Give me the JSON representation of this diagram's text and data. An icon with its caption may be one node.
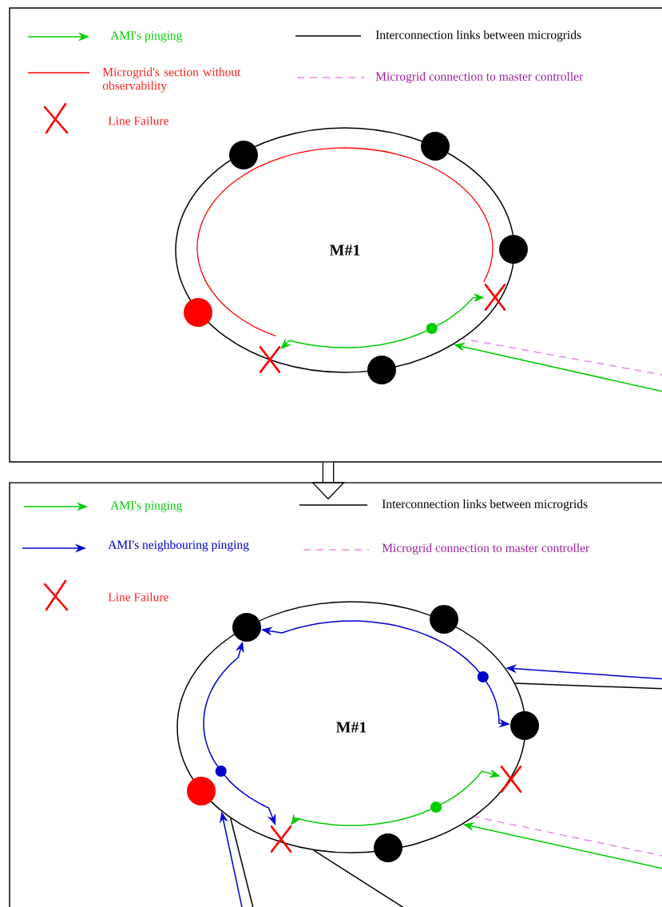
{
  "diagram": {
    "nodes": [
      {
        "text": [],
        "shape": "box"
      },
      {
        "text": [
          "M#1"
        ],
        "in": 0
      },
      {
        "text": [],
        "shape": "circle",
        "in": 1
      },
      {
        "text": [],
        "shape": "circle",
        "in": 0
      },
      {
        "text": [],
        "shape": "circle",
        "in": 0
      },
      {
        "text": [],
        "shape": "circle",
        "in": 0
      },
      {
        "text": [],
        "shape": "circle",
        "in": 0
      },
      {
        "text": [],
        "shape": "circle",
        "in": 1
      },
      {
        "text": [],
        "shape": "box"
      },
      {
        "text": [
          "M#1"
        ],
        "in": 8
      },
      {
        "text": [],
        "shape": "circle",
        "in": 9
      },
      {
        "text": [],
        "shape": "circle",
        "in": 8
      },
      {
        "text": [],
        "shape": "circle",
        "in": 8
      },
      {
        "text": [],
        "shape": "circle",
        "in": 8
      },
      {
        "text": [],
        "shape": "circle",
        "in": 8
      },
      {
        "text": [],
        "shape": "circle",
        "in": 9
      },
      {
        "text": [],
        "shape": "circle",
        "in": 9
      },
      {
        "text": [],
        "shape": "circle",
        "in": 9
      },
      {
        "text": [],
        "shape": "cross",
        "in": 0
      },
      {
        "text": [],
        "shape": "cross",
        "in": 1
      },
      {
        "text": [],
        "shape": "cross",
        "in": 9
      },
      {
        "text": [],
        "shape": "cross",
        "in": 8
      }
    ],
    "edges": [
      {
        "from": 0,
        "to": 8,
        "arrow": "to",
        "style": "thick",
        "color": "#000000"
      },
      {
        "from": 7,
        "to": 18,
        "arrow": "to",
        "color": "#00cc00"
      },
      {
        "from": 7,
        "to": 19,
        "arrow": "to",
        "color": "#00cc00"
      },
      {
        "from": null,
        "to": 1,
        "arrow": "to",
        "color": "#00cc00"
      },
      {
        "from": null,
        "to": 1,
        "arrow": "none",
        "style": "dashed",
        "color": "#e58ae5"
      },
      {
        "from": 17,
        "to": 20,
        "arrow": "to",
        "color": "#00cc00"
      },
      {
        "from": 17,
        "to": 21,
        "arrow": "to",
        "color": "#00cc00"
      },
      {
        "from": 16,
        "to": 10,
        "arrow": "to",
        "color": "#0000cc"
      },
      {
        "from": 16,
        "to": 13,
        "arrow": "to",
        "color": "#0000cc"
      },
      {
        "from": 15,
        "to": 10,
        "arrow": "to",
        "color": "#0000cc"
      },
      {
        "from": 15,
        "to": 20,
        "arrow": "to",
        "color": "#0000cc"
      },
      {
        "from": null,
        "to": 9,
        "arrow": "to",
        "color": "#0000cc"
      },
      {
        "from": 9,
        "to": null,
        "arrow": "none",
        "color": "#000000"
      },
      {
        "from": null,
        "to": 9,
        "arrow": "to",
        "color": "#00cc00"
      },
      {
        "from": null,
        "to": 9,
        "arrow": "none",
        "style": "dashed",
        "color": "#e58ae5"
      },
      {
        "from": null,
        "to": 9,
        "arrow": "to",
        "color": "#0000cc"
      },
      {
        "from": 9,
        "to": null,
        "arrow": "none",
        "color": "#000000"
      },
      {
        "from": 9,
        "to": null,
        "arrow": "none",
        "color": "#000000"
      }
    ],
    "legend": [
      {
        "text": "AMI's pinging"
      },
      {
        "text": "Interconnection links between microgrids"
      },
      {
        "text": "Microgrid's section without observability"
      },
      {
        "text": "Microgrid connection to master controller"
      },
      {
        "text": "Line Failure"
      },
      {
        "text": "AMI's pinging"
      },
      {
        "text": "Interconnection links between microgrids"
      },
      {
        "text": "AMI's neighbouring pinging"
      },
      {
        "text": "Microgrid connection to master controller"
      },
      {
        "text": "Line Failure"
      }
    ]
  }
}
